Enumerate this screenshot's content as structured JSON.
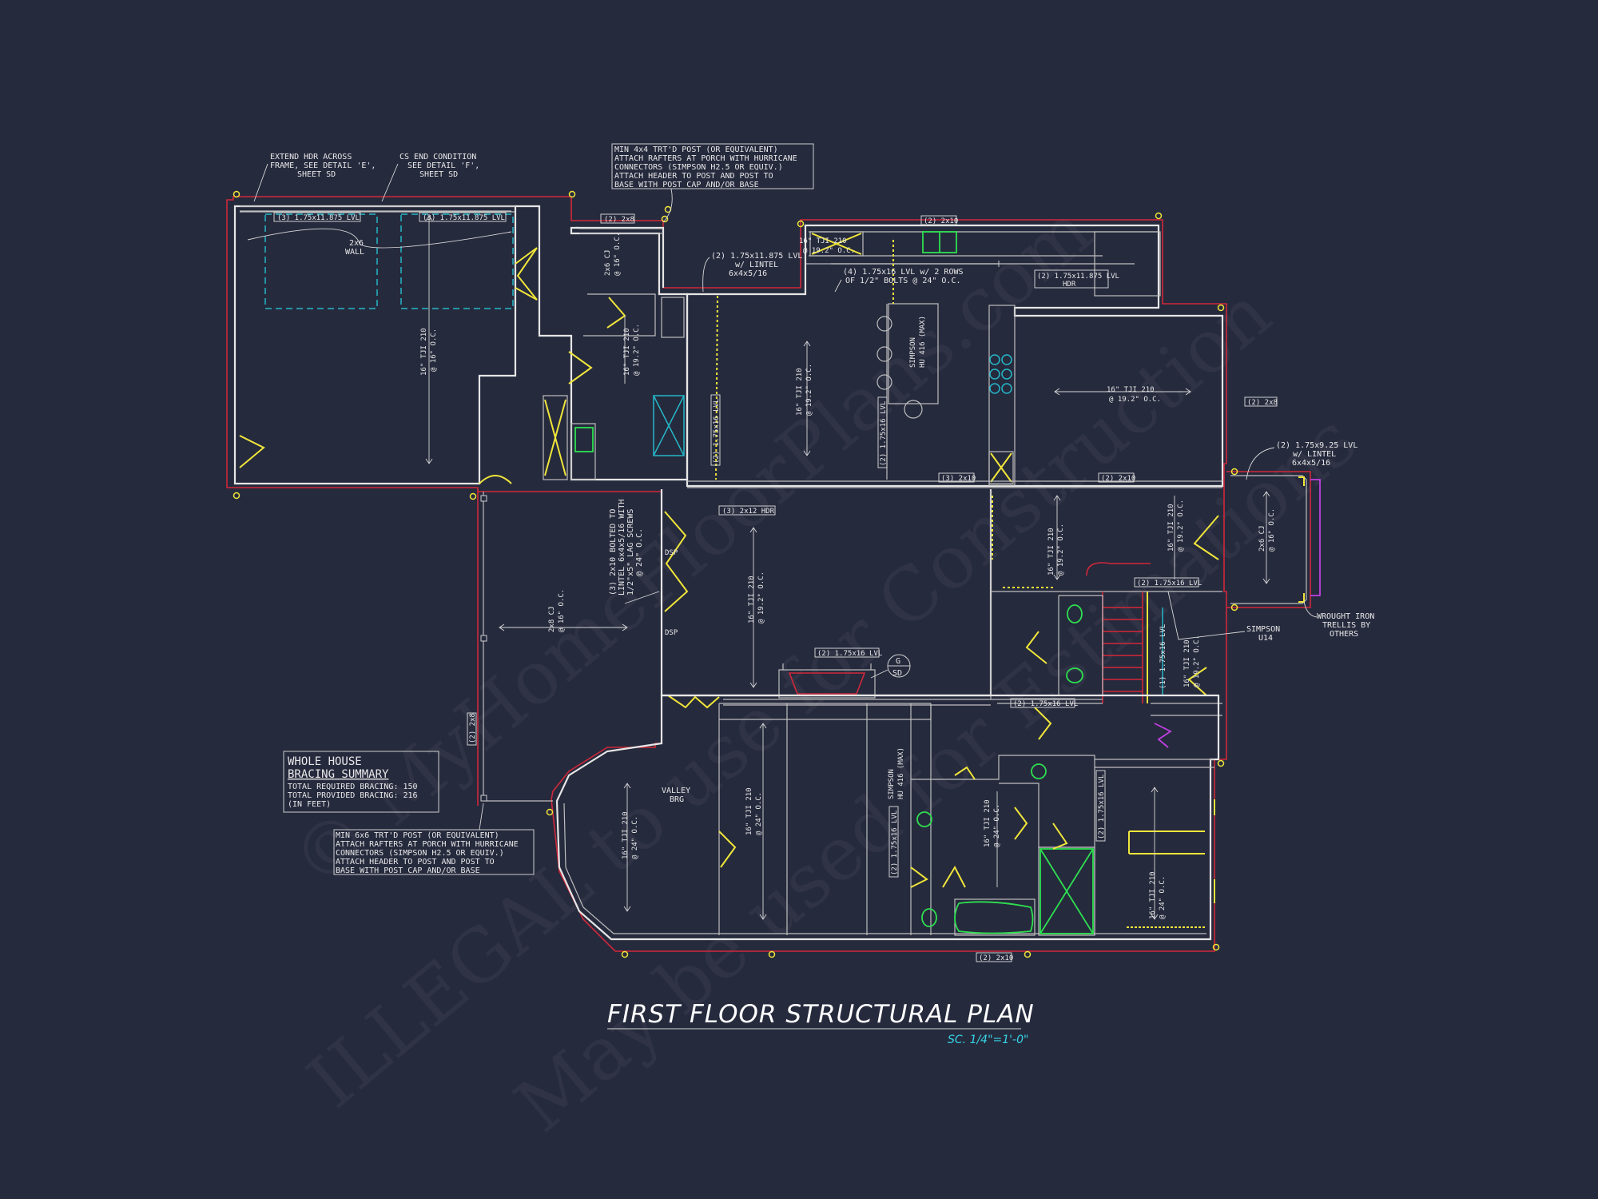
{
  "drawing": {
    "title": "FIRST FLOOR STRUCTURAL PLAN",
    "scale": "SC. 1/4\"=1'-0\"",
    "watermarks": [
      "© MyHomeFloorPlans.com",
      "ILLEGAL to use for Construction",
      "May be used for Estimations"
    ]
  },
  "notes": {
    "extend_hdr": [
      "EXTEND HDR ACROSS",
      "FRAME, SEE DETAIL 'E',",
      "SHEET SD"
    ],
    "cs_end": [
      "CS END CONDITION",
      "SEE DETAIL 'F',",
      "SHEET SD"
    ],
    "post_4x4": [
      "MIN 4x4 TRT'D POST (OR EQUIVALENT)",
      "ATTACH RAFTERS AT PORCH WITH HURRICANE",
      "CONNECTORS (SIMPSON H2.5 OR EQUIV.)",
      "ATTACH HEADER TO POST AND POST TO",
      "BASE WITH POST CAP AND/OR BASE"
    ],
    "post_6x6": [
      "MIN 6x6 TRT'D POST (OR EQUIVALENT)",
      "ATTACH RAFTERS AT PORCH WITH HURRICANE",
      "CONNECTORS (SIMPSON H2.5 OR EQUIV.)",
      "ATTACH HEADER TO POST AND POST TO",
      "BASE WITH POST CAP AND/OR BASE"
    ],
    "bracing": {
      "title1": "WHOLE HOUSE",
      "title2": "BRACING SUMMARY",
      "lines": [
        "TOTAL REQUIRED BRACING: 150",
        "TOTAL PROVIDED BRACING: 216",
        "(IN FEET)"
      ]
    },
    "lintel_right": [
      "(2) 1.75x9.25 LVL",
      "w/ LINTEL",
      "6x4x5/16"
    ],
    "wrought_iron": [
      "WROUGHT IRON",
      "TRELLIS BY",
      "OTHERS"
    ],
    "bolted": [
      "(3) 2x10 BOLTED TO",
      "LINTEL 6x4x5/16 WITH",
      "1/2\"x5\" LAG SCREWS",
      "@ 24\" O.C."
    ],
    "lvl_lintel_top": [
      "(2) 1.75x11.875 LVL",
      "w/ LINTEL",
      "6x4x5/16"
    ],
    "bolts_rows": [
      "(4) 1.75x16 LVL w/ 2 ROWS",
      "OF 1/2\" BOLTS @ 24\" O.C."
    ],
    "simpson_u14": [
      "SIMPSON",
      "U14"
    ],
    "valley": [
      "VALLEY",
      "BRG"
    ],
    "wall_2x6": [
      "2x6",
      "WALL"
    ],
    "detail_ref": [
      "G",
      "SD"
    ]
  },
  "beams": {
    "garage_l": "(3) 1.75x11.875 LVL",
    "garage_r": "(3) 1.75x11.875 LVL",
    "porch_2x8": "(2) 2x8",
    "kitchen_2x10": "(2) 2x10",
    "kitchen_lvl": "(2) 1.75x11.875 LVL",
    "kitchen_lvl_hdr": "HDR",
    "hall_hdr": "(3) 2x12 HDR",
    "mid_2x10": "(3) 2x10",
    "right_2x10": "(2) 2x10",
    "right_2x8": "(2) 2x8",
    "stair_lvl": "(2) 1.75x16 LVL",
    "fireplace_lvl": "(2) 1.75x16 LVL",
    "bath_lvl": "(2) 1.75x16 LVL",
    "bottom_2x10": "(2) 2x10",
    "porch_2x8_v": "(2) 2x8",
    "vlvl_1": "(2) 1.75x16 LVL",
    "vlvl_2": "(2) 1.75x16 LVL",
    "vlvl_3": "(1) 1.75x16 LVL",
    "vlvl_4": "(2) 1.75x16 LVL",
    "vlvl_5": "(2) 1.75x16 LVL",
    "dsp_1": "DSP",
    "dsp_2": "DSP"
  },
  "spans": {
    "garage": [
      "16\" TJI 210",
      "@ 16\" O.C."
    ],
    "laundry": [
      "16\" TJI 210",
      "@ 19.2\" O.C."
    ],
    "pantry_cj": [
      "2x6 CJ",
      "@ 16\" O.C."
    ],
    "kitchen": [
      "16\" TJI 210",
      "@ 19.2\" O.C."
    ],
    "kitchen_top": [
      "16\" TJI 210",
      "@ 19.2\" O.C."
    ],
    "hu_top": [
      "SIMPSON",
      "HU 416 (MAX)"
    ],
    "family": [
      "16\" TJI 210",
      "@ 19.2\" O.C."
    ],
    "porch_cj": [
      "2x8 CJ",
      "@ 16\" O.C."
    ],
    "great": [
      "16\" TJI 210",
      "@ 19.2\" O.C."
    ],
    "hall_r1": [
      "16\" TJI 210",
      "@ 19.2\" O.C."
    ],
    "hall_r2": [
      "16\" TJI 210",
      "@ 19.2\" O.C."
    ],
    "side_cj": [
      "2x6 CJ",
      "@ 16\" O.C."
    ],
    "stair": [
      "16\" TJI 210",
      "@ 19.2\" O.C."
    ],
    "bay": [
      "16\" TJI 210",
      "@ 24\" O.C."
    ],
    "dining": [
      "16\" TJI 210",
      "@ 24\" O.C."
    ],
    "hu_bottom": [
      "SIMPSON",
      "HU 416 (MAX)"
    ],
    "bath": [
      "16\" TJI 210",
      "@ 24\" O.C."
    ],
    "bed": [
      "16\" TJI 210",
      "@ 24\" O.C."
    ]
  },
  "colors": {
    "background": "#262a3d",
    "walls": "#e6e6e6",
    "slab": "#d0283a",
    "doors": "#f0e63a",
    "fixtures": "#2ee050",
    "cyan": "#25b8c8"
  }
}
